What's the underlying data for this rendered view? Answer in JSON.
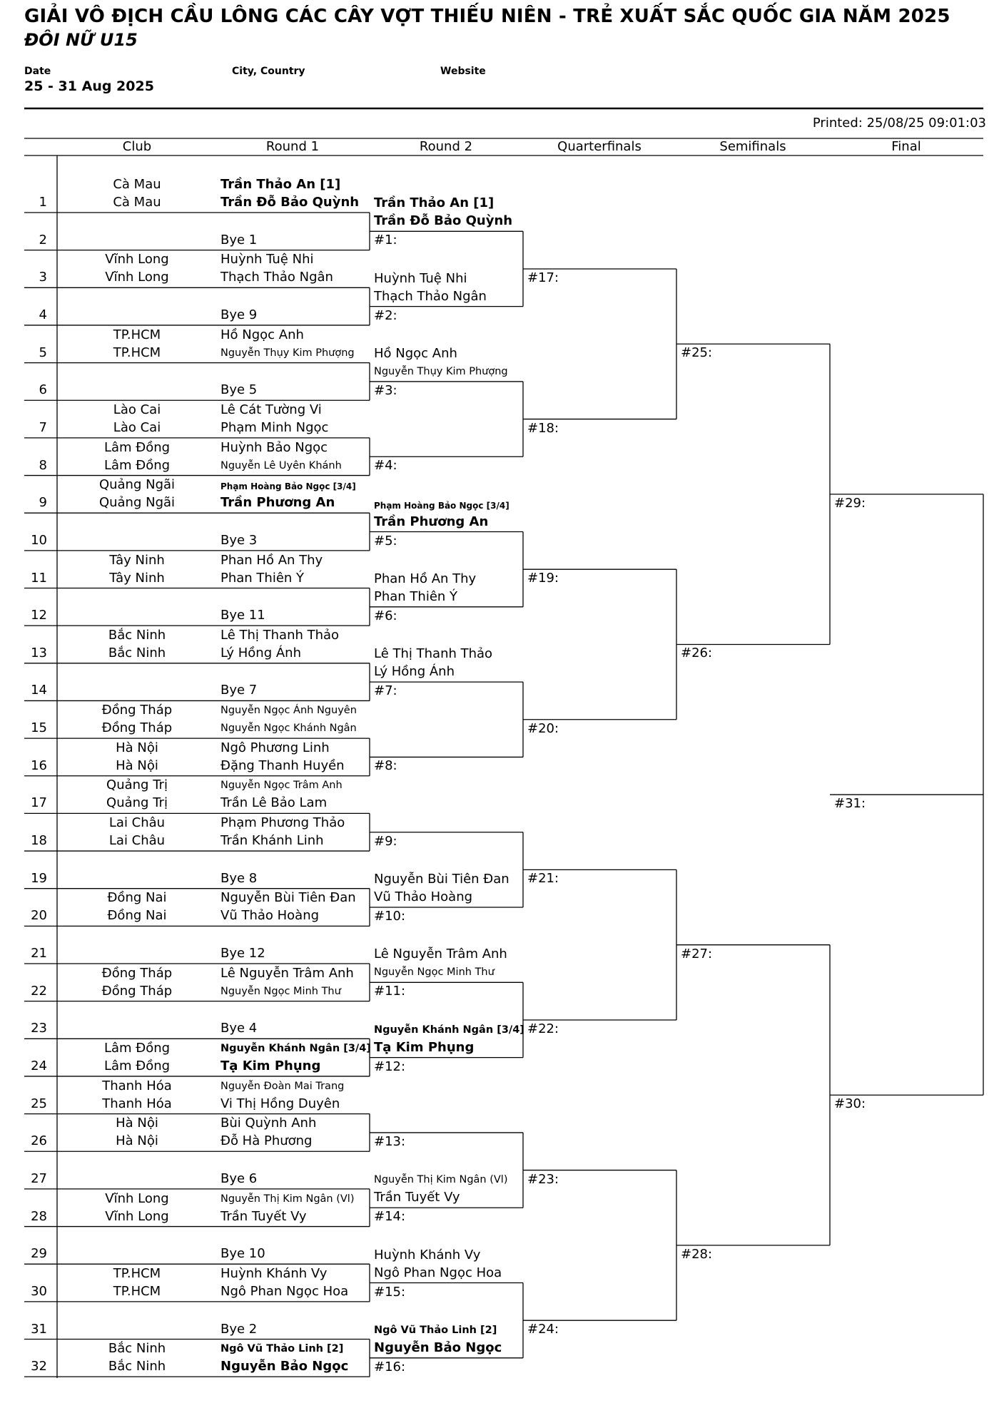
{
  "header": {
    "title": "GIẢI VÔ ĐỊCH CẦU LÔNG CÁC CÂY VỢT THIẾU NIÊN - TRẺ XUẤT SẮC QUỐC GIA NĂM 2025",
    "subtitle": "ĐÔI NỮ U15",
    "date_label": "Date",
    "date_value": "25 - 31 Aug 2025",
    "city_label": "City, Country",
    "website_label": "Website",
    "printed": "Printed: 25/08/25 09:01:03"
  },
  "columns": [
    "Club",
    "Round 1",
    "Round 2",
    "Quarterfinals",
    "Semifinals",
    "Final"
  ],
  "draw": [
    {
      "n": "1",
      "clubs": [
        "Cà Mau",
        "Cà Mau"
      ],
      "players": [
        "Trần Thảo An [1]",
        "Trần Đỗ Bảo Quỳnh"
      ],
      "style": "b"
    },
    {
      "n": "2",
      "clubs": [
        "",
        ""
      ],
      "players": [
        "",
        "Bye 1"
      ],
      "style": ""
    },
    {
      "n": "3",
      "clubs": [
        "Vĩnh Long",
        "Vĩnh Long"
      ],
      "players": [
        "Huỳnh Tuệ Nhi",
        "Thạch Thảo Ngân"
      ],
      "style": ""
    },
    {
      "n": "4",
      "clubs": [
        "",
        ""
      ],
      "players": [
        "",
        "Bye 9"
      ],
      "style": ""
    },
    {
      "n": "5",
      "clubs": [
        "TP.HCM",
        "TP.HCM"
      ],
      "players": [
        "Hồ Ngọc Anh",
        "Nguyễn Thụy Kim Phượng"
      ],
      "style": "mix2"
    },
    {
      "n": "6",
      "clubs": [
        "",
        ""
      ],
      "players": [
        "",
        "Bye 5"
      ],
      "style": ""
    },
    {
      "n": "7",
      "clubs": [
        "Lào Cai",
        "Lào Cai"
      ],
      "players": [
        "Lê Cát Tường Vi",
        "Phạm Minh Ngọc"
      ],
      "style": ""
    },
    {
      "n": "8",
      "clubs": [
        "Lâm Đồng",
        "Lâm Đồng"
      ],
      "players": [
        "Huỳnh Bảo Ngọc",
        "Nguyễn Lê Uyên Khánh"
      ],
      "style": "mix2"
    },
    {
      "n": "9",
      "clubs": [
        "Quảng Ngãi",
        "Quảng Ngãi"
      ],
      "players": [
        "Phạm Hoàng Bảo Ngọc [3/4]",
        "Trần Phương An"
      ],
      "style": "seed"
    },
    {
      "n": "10",
      "clubs": [
        "",
        ""
      ],
      "players": [
        "",
        "Bye 3"
      ],
      "style": ""
    },
    {
      "n": "11",
      "clubs": [
        "Tây Ninh",
        "Tây Ninh"
      ],
      "players": [
        "Phan Hồ An Thy",
        "Phan Thiên Ý"
      ],
      "style": ""
    },
    {
      "n": "12",
      "clubs": [
        "",
        ""
      ],
      "players": [
        "",
        "Bye 11"
      ],
      "style": ""
    },
    {
      "n": "13",
      "clubs": [
        "Bắc Ninh",
        "Bắc Ninh"
      ],
      "players": [
        "Lê Thị Thanh Thảo",
        "Lý Hồng Ánh"
      ],
      "style": ""
    },
    {
      "n": "14",
      "clubs": [
        "",
        ""
      ],
      "players": [
        "",
        "Bye 7"
      ],
      "style": ""
    },
    {
      "n": "15",
      "clubs": [
        "Đồng Tháp",
        "Đồng Tháp"
      ],
      "players": [
        "Nguyễn Ngọc Ánh Nguyên",
        "Nguyễn Ngọc Khánh Ngân"
      ],
      "style": "sm"
    },
    {
      "n": "16",
      "clubs": [
        "Hà Nội",
        "Hà Nội"
      ],
      "players": [
        "Ngô Phương Linh",
        "Đặng Thanh Huyền"
      ],
      "style": ""
    },
    {
      "n": "17",
      "clubs": [
        "Quảng Trị",
        "Quảng Trị"
      ],
      "players": [
        "Nguyễn Ngọc Trâm Anh",
        "Trần Lê Bảo Lam"
      ],
      "style": "mix1"
    },
    {
      "n": "18",
      "clubs": [
        "Lai Châu",
        "Lai Châu"
      ],
      "players": [
        "Phạm Phương Thảo",
        "Trần Khánh Linh"
      ],
      "style": ""
    },
    {
      "n": "19",
      "clubs": [
        "",
        ""
      ],
      "players": [
        "",
        "Bye 8"
      ],
      "style": ""
    },
    {
      "n": "20",
      "clubs": [
        "Đồng Nai",
        "Đồng Nai"
      ],
      "players": [
        "Nguyễn Bùi Tiên Đan",
        "Vũ Thảo Hoàng"
      ],
      "style": ""
    },
    {
      "n": "21",
      "clubs": [
        "",
        ""
      ],
      "players": [
        "",
        "Bye 12"
      ],
      "style": ""
    },
    {
      "n": "22",
      "clubs": [
        "Đồng Tháp",
        "Đồng Tháp"
      ],
      "players": [
        "Lê Nguyễn Trâm Anh",
        "Nguyễn Ngọc Minh Thư"
      ],
      "style": "mix2"
    },
    {
      "n": "23",
      "clubs": [
        "",
        ""
      ],
      "players": [
        "",
        "Bye 4"
      ],
      "style": ""
    },
    {
      "n": "24",
      "clubs": [
        "Lâm Đồng",
        "Lâm Đồng"
      ],
      "players": [
        "Nguyễn Khánh Ngân [3/4]",
        "Tạ Kim Phụng"
      ],
      "style": "seed2"
    },
    {
      "n": "25",
      "clubs": [
        "Thanh Hóa",
        "Thanh Hóa"
      ],
      "players": [
        "Nguyễn Đoàn Mai Trang",
        "Vi Thị Hồng Duyên"
      ],
      "style": "mix1"
    },
    {
      "n": "26",
      "clubs": [
        "Hà Nội",
        "Hà Nội"
      ],
      "players": [
        "Bùi Quỳnh Anh",
        "Đỗ Hà Phương"
      ],
      "style": ""
    },
    {
      "n": "27",
      "clubs": [
        "",
        ""
      ],
      "players": [
        "",
        "Bye 6"
      ],
      "style": ""
    },
    {
      "n": "28",
      "clubs": [
        "Vĩnh Long",
        "Vĩnh Long"
      ],
      "players": [
        "Nguyễn Thị Kim Ngân (Vl)",
        "Trần Tuyết Vy"
      ],
      "style": "mix1"
    },
    {
      "n": "29",
      "clubs": [
        "",
        ""
      ],
      "players": [
        "",
        "Bye 10"
      ],
      "style": ""
    },
    {
      "n": "30",
      "clubs": [
        "TP.HCM",
        "TP.HCM"
      ],
      "players": [
        "Huỳnh Khánh Vy",
        "Ngô Phan Ngọc Hoa"
      ],
      "style": ""
    },
    {
      "n": "31",
      "clubs": [
        "",
        ""
      ],
      "players": [
        "",
        "Bye 2"
      ],
      "style": ""
    },
    {
      "n": "32",
      "clubs": [
        "Bắc Ninh",
        "Bắc Ninh"
      ],
      "players": [
        "Ngô Vũ Thảo Linh [2]",
        "Nguyễn Bảo Ngọc"
      ],
      "style": "seed3"
    }
  ],
  "round2": [
    {
      "players": [
        "Trần Thảo An [1]",
        "Trần Đỗ Bảo Quỳnh"
      ],
      "style": "b",
      "label": "#1:"
    },
    {
      "players": [
        "Huỳnh Tuệ Nhi",
        "Thạch Thảo Ngân"
      ],
      "style": "",
      "label": "#2:"
    },
    {
      "players": [
        "Hồ Ngọc Anh",
        "Nguyễn Thụy Kim Phượng"
      ],
      "style": "mix2",
      "label": "#3:"
    },
    {
      "players": [
        "",
        ""
      ],
      "style": "",
      "label": "#4:"
    },
    {
      "players": [
        "Phạm Hoàng Bảo Ngọc [3/4]",
        "Trần Phương An"
      ],
      "style": "seed",
      "label": "#5:"
    },
    {
      "players": [
        "Phan Hồ An Thy",
        "Phan Thiên Ý"
      ],
      "style": "",
      "label": "#6:"
    },
    {
      "players": [
        "Lê Thị Thanh Thảo",
        "Lý Hồng Ánh"
      ],
      "style": "",
      "label": "#7:"
    },
    {
      "players": [
        "",
        ""
      ],
      "style": "",
      "label": "#8:"
    },
    {
      "players": [
        "",
        ""
      ],
      "style": "",
      "label": "#9:"
    },
    {
      "players": [
        "Nguyễn Bùi Tiên Đan",
        "Vũ Thảo Hoàng"
      ],
      "style": "",
      "label": "#10:"
    },
    {
      "players": [
        "Lê Nguyễn Trâm Anh",
        "Nguyễn Ngọc Minh Thư"
      ],
      "style": "mix2",
      "label": "#11:"
    },
    {
      "players": [
        "Nguyễn Khánh Ngân [3/4]",
        "Tạ Kim Phụng"
      ],
      "style": "seed2",
      "label": "#12:"
    },
    {
      "players": [
        "",
        ""
      ],
      "style": "",
      "label": "#13:"
    },
    {
      "players": [
        "Nguyễn Thị Kim Ngân (Vl)",
        "Trần Tuyết Vy"
      ],
      "style": "mix1",
      "label": "#14:"
    },
    {
      "players": [
        "Huỳnh Khánh Vy",
        "Ngô Phan Ngọc Hoa"
      ],
      "style": "",
      "label": "#15:"
    },
    {
      "players": [
        "Ngô Vũ Thảo Linh [2]",
        "Nguyễn Bảo Ngọc"
      ],
      "style": "seed3",
      "label": "#16:"
    }
  ],
  "qf_labels": [
    "#17:",
    "#18:",
    "#19:",
    "#20:",
    "#21:",
    "#22:",
    "#23:",
    "#24:"
  ],
  "sf_labels": [
    "#25:",
    "#26:",
    "#27:",
    "#28:"
  ],
  "f_labels": [
    "#29:",
    "#30:"
  ],
  "champ_label": "#31:"
}
